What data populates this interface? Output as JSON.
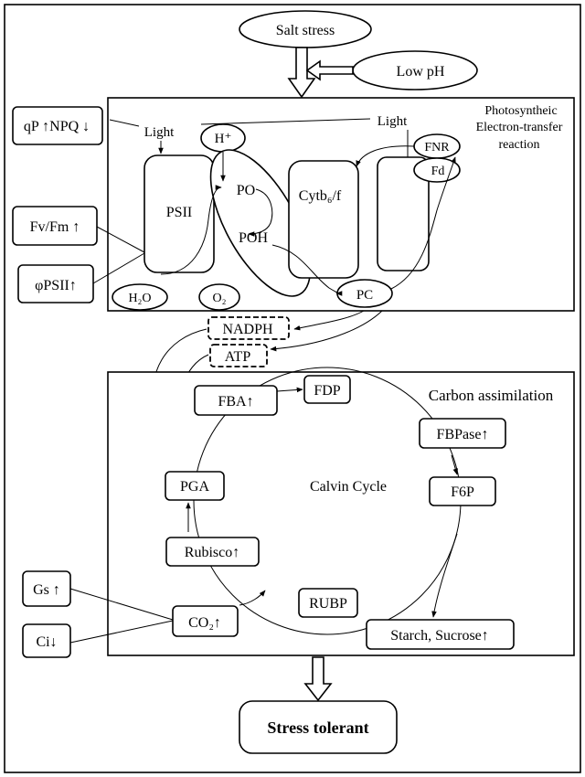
{
  "inputs": {
    "salt_stress": "Salt stress",
    "low_ph": "Low pH"
  },
  "photosynthesis": {
    "title_line1": "Photosyntheic",
    "title_line2": "Electron-transfer",
    "title_line3": "reaction",
    "light_left": "Light",
    "light_right": "Light",
    "psii": "PSII",
    "h_plus": "H⁺",
    "po": "PO",
    "poh": "POH",
    "cytb6f": "Cytb₆/f",
    "fnr": "FNR",
    "fd": "Fd",
    "pc": "PC",
    "h2o": "H₂O",
    "o2": "O₂"
  },
  "fluorescence": {
    "qp_npq": "qP ↑NPQ ↓",
    "fvfm": "Fv/Fm ↑",
    "phipsii": "φPSII↑"
  },
  "energy": {
    "nadph": "NADPH",
    "atp": "ATP"
  },
  "calvin": {
    "title": "Carbon assimilation",
    "cycle_label": "Calvin Cycle",
    "fba": "FBA↑",
    "fdp": "FDP",
    "fbpase": "FBPase↑",
    "f6p": "F6P",
    "pga": "PGA",
    "rubisco": "Rubisco↑",
    "rubp": "RUBP",
    "co2": "CO₂↑",
    "starch": "Starch, Sucrose↑"
  },
  "gas_exchange": {
    "gs": "Gs ↑",
    "ci": "Ci↓"
  },
  "result": {
    "stress_tolerant": "Stress tolerant"
  }
}
